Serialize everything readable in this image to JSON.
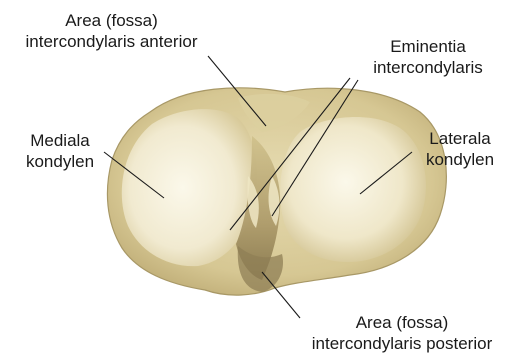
{
  "labels": {
    "area_anterior": [
      "Area (fossa)",
      "intercondylaris anterior"
    ],
    "eminentia": [
      "Eminentia",
      "intercondylaris"
    ],
    "mediala": [
      "Mediala",
      "kondylen"
    ],
    "laterala": [
      "Laterala",
      "kondylen"
    ],
    "area_posterior": [
      "Area (fossa)",
      "intercondylaris posterior"
    ]
  },
  "colors": {
    "bone_light": "#f6f2df",
    "bone_mid": "#e9dfb8",
    "bone_shadow": "#bfae7e",
    "bone_dark": "#8f7f55",
    "bone_outline": "#a89866",
    "leader_line": "#1a1a1a",
    "text": "#1a1a1a"
  }
}
